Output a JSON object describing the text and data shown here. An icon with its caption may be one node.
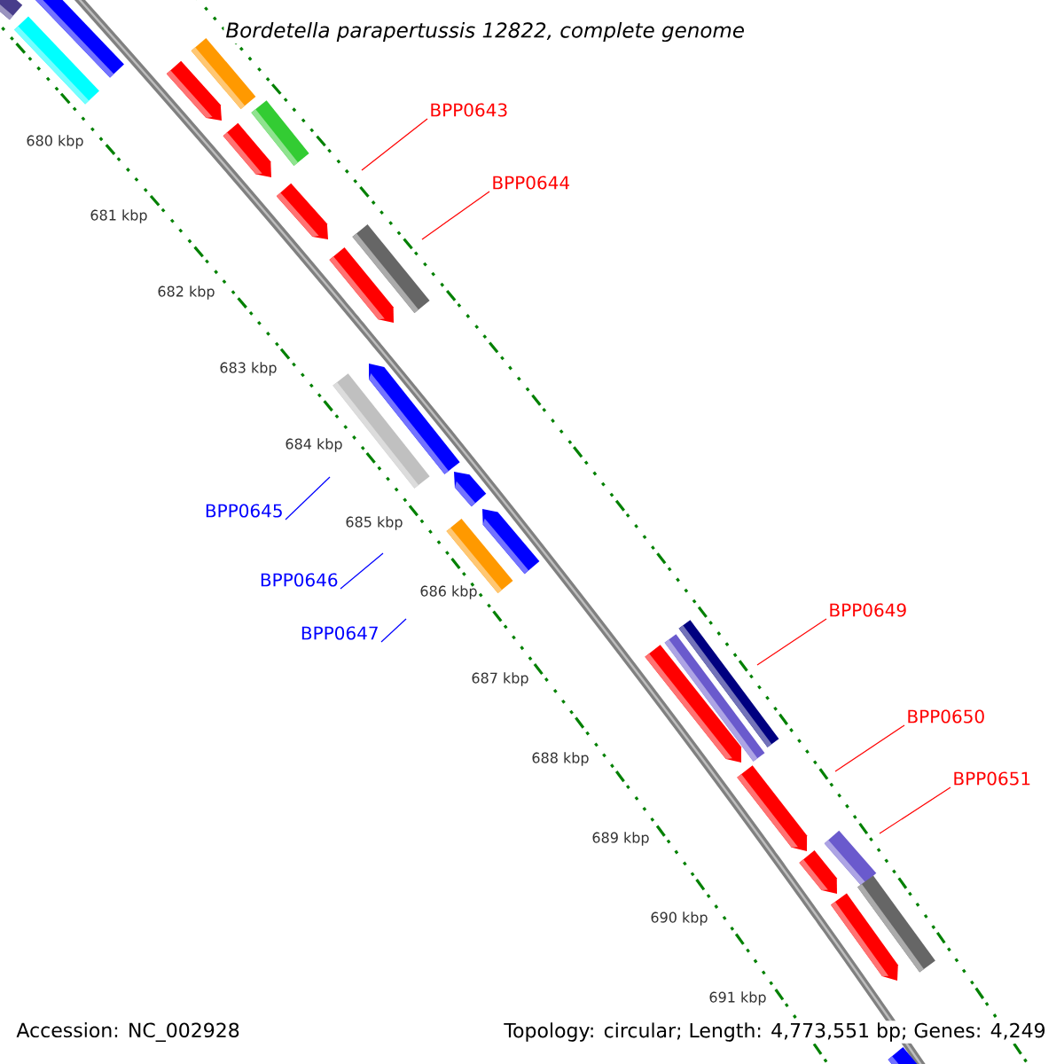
{
  "diagram": {
    "title": "Bordetella parapertussis 12822, complete genome",
    "nodes": [
      {
        "text": [
          "BPP0643"
        ]
      },
      {
        "text": [
          "BPP0644"
        ]
      },
      {
        "text": [
          "BPP0645"
        ]
      },
      {
        "text": [
          "BPP0646"
        ]
      },
      {
        "text": [
          "BPP0647"
        ]
      },
      {
        "text": [
          "BPP0649"
        ]
      },
      {
        "text": [
          "BPP0650"
        ]
      },
      {
        "text": [
          "BPP0651"
        ]
      }
    ],
    "edges": [
      {
        "from": 0,
        "to": null,
        "arrow": "none"
      },
      {
        "from": 1,
        "to": null,
        "arrow": "none"
      },
      {
        "from": 2,
        "to": null,
        "arrow": "none",
        "color": "#0000ff"
      },
      {
        "from": 3,
        "to": null,
        "arrow": "none",
        "color": "#0000ff"
      },
      {
        "from": 4,
        "to": null,
        "arrow": "none",
        "color": "#0000ff"
      },
      {
        "from": 5,
        "to": null,
        "arrow": "none"
      },
      {
        "from": 6,
        "to": null,
        "arrow": "none"
      },
      {
        "from": 7,
        "to": null,
        "arrow": "none"
      }
    ],
    "labels": [
      "680 kbp",
      "681 kbp",
      "682 kbp",
      "683 kbp",
      "684 kbp",
      "685 kbp",
      "686 kbp",
      "687 kbp",
      "688 kbp",
      "689 kbp",
      "690 kbp",
      "691 kbp",
      "Accession: NC_002928",
      "Topology: circular; Length: 4,773,551 bp; Genes: 4,249"
    ]
  }
}
